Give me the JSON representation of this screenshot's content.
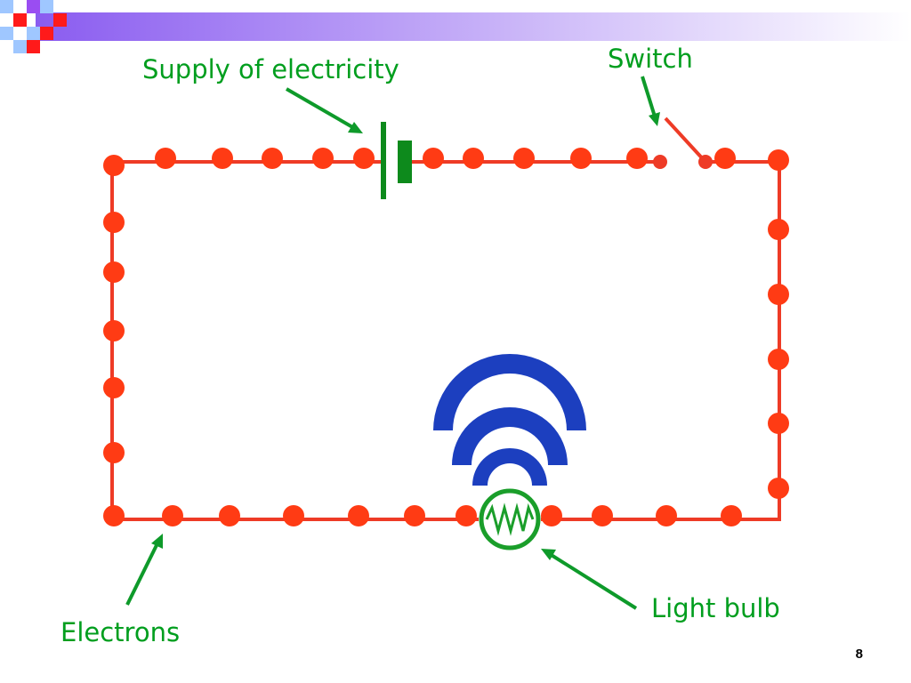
{
  "labels": {
    "supply": "Supply of electricity",
    "switch": "Switch",
    "electrons": "Electrons",
    "bulb": "Light bulb"
  },
  "page_number": "8",
  "colors": {
    "wire": "#ee3b26",
    "electron": "#ff3b14",
    "label": "#009e1e",
    "arrow": "#0e9a2a",
    "battery": "#0d8a1c",
    "bulb": "#1a9e2a",
    "light_waves": "#1c3fbf",
    "header_gradient_start": "#8a5cf0",
    "header_gradient_end": "#ffffff",
    "logo_red": "#ff1a1a",
    "logo_purple": "#9a4df2",
    "logo_blue": "#9fc7ff",
    "page_number": "#000000"
  }
}
